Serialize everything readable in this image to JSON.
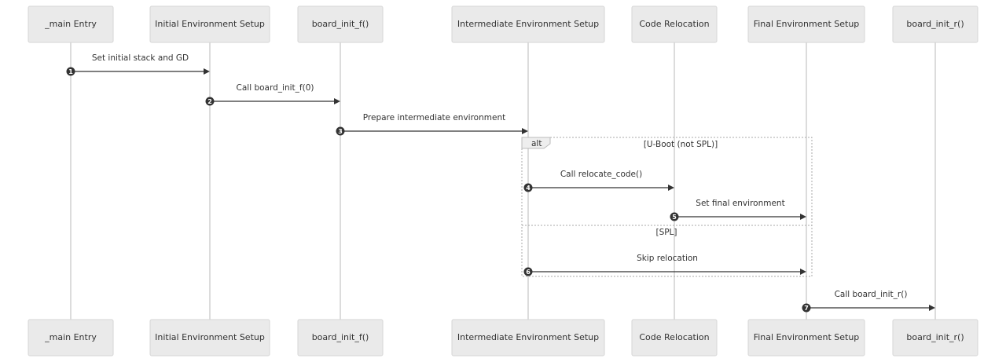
{
  "diagram": {
    "participants": [
      {
        "id": "main",
        "label": "_main Entry"
      },
      {
        "id": "init",
        "label": "Initial Environment Setup"
      },
      {
        "id": "bif",
        "label": "board_init_f()"
      },
      {
        "id": "inter",
        "label": "Intermediate Environment Setup"
      },
      {
        "id": "reloc",
        "label": "Code Relocation"
      },
      {
        "id": "final",
        "label": "Final Environment Setup"
      },
      {
        "id": "bir",
        "label": "board_init_r()"
      }
    ],
    "messages": [
      {
        "seq": "1",
        "from": "main",
        "to": "init",
        "label": "Set initial stack and GD"
      },
      {
        "seq": "2",
        "from": "init",
        "to": "bif",
        "label": "Call board_init_f(0)"
      },
      {
        "seq": "3",
        "from": "bif",
        "to": "inter",
        "label": "Prepare intermediate environment"
      },
      {
        "seq": "4",
        "from": "inter",
        "to": "reloc",
        "label": "Call relocate_code()"
      },
      {
        "seq": "5",
        "from": "reloc",
        "to": "final",
        "label": "Set final environment"
      },
      {
        "seq": "6",
        "from": "inter",
        "to": "final",
        "label": "Skip relocation"
      },
      {
        "seq": "7",
        "from": "final",
        "to": "bir",
        "label": "Call board_init_r()"
      }
    ],
    "alt_block": {
      "tag": "alt",
      "condition_1": "[U-Boot (not SPL)]",
      "condition_2": "[SPL]"
    }
  }
}
